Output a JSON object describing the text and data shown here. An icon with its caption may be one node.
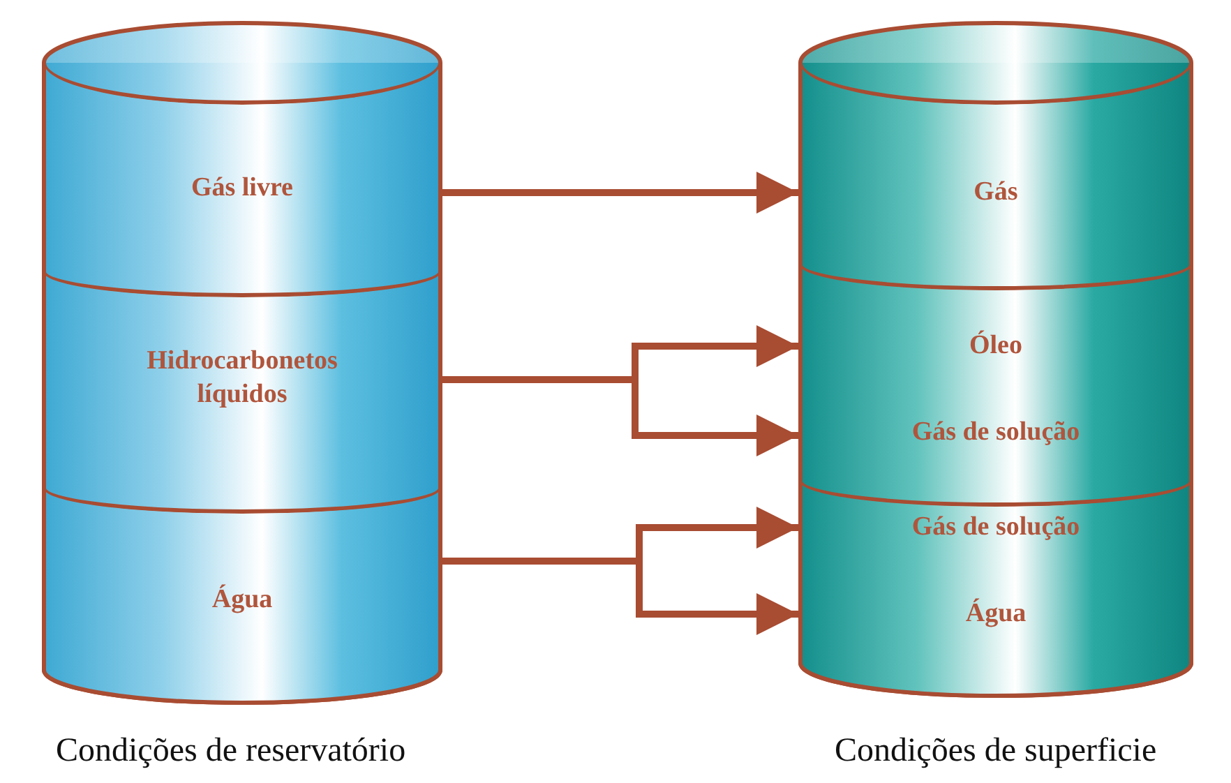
{
  "diagram": {
    "nodes": [
      {
        "text": [],
        "shape": "cylinder"
      },
      {
        "text": [
          "Gás livre"
        ],
        "in": 0
      },
      {
        "text": [
          "Hidrocarbonetos líquidos"
        ],
        "in": 0
      },
      {
        "text": [
          "Água"
        ],
        "in": 0
      },
      {
        "text": [],
        "shape": "cylinder"
      },
      {
        "text": [
          "Gás"
        ],
        "in": 4
      },
      {
        "text": [
          "Óleo",
          "Gás de solução"
        ],
        "in": 4
      },
      {
        "text": [
          "Gás de solução",
          "Água"
        ],
        "in": 4
      }
    ],
    "edges": [
      {
        "from": 1,
        "to": 5,
        "arrow": "to"
      },
      {
        "from": 2,
        "to": 6,
        "arrow": "to"
      },
      {
        "from": 2,
        "to": 6,
        "arrow": "to"
      },
      {
        "from": 3,
        "to": 7,
        "arrow": "to"
      },
      {
        "from": 3,
        "to": 7,
        "arrow": "to"
      }
    ],
    "labels": [
      "Condições de reservatório",
      "Condições de superficie"
    ]
  }
}
